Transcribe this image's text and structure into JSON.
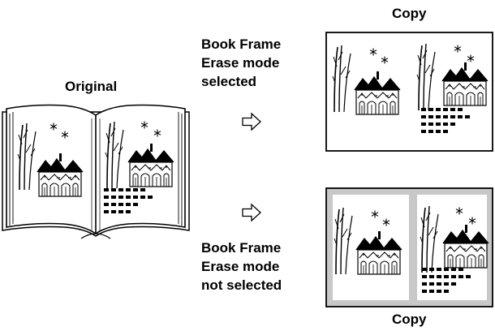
{
  "original": {
    "label": "Original"
  },
  "top": {
    "mode_line1": "Book Frame",
    "mode_line2": "Erase mode",
    "mode_line3": "selected",
    "copy_label": "Copy"
  },
  "bottom": {
    "mode_line1": "Book Frame",
    "mode_line2": "Erase mode",
    "mode_line3": "not selected",
    "copy_label": "Copy"
  },
  "icons": [
    "arrow-right-icon",
    "house-icon",
    "tree-icon",
    "star-icon",
    "text-dots-icon"
  ],
  "colors": {
    "ink": "#000000",
    "frame_shadow": "#c8c8c8",
    "paper": "#ffffff"
  }
}
